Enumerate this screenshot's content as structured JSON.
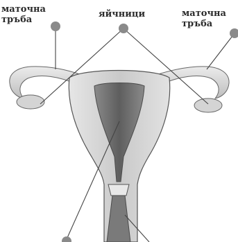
{
  "labels": {
    "left_tube": {
      "line1": "маточна",
      "line2": "тръба"
    },
    "ovaries": "яйчници",
    "right_tube": {
      "line1": "маточна",
      "line2": "тръба"
    }
  },
  "colors": {
    "marker": "#8a8a8a",
    "leader_line": "#444444",
    "tissue_light": "#d6d6d6",
    "tissue_mid": "#b8b8b8",
    "cavity_dark": "#6e6e6e",
    "outline": "#555555"
  }
}
